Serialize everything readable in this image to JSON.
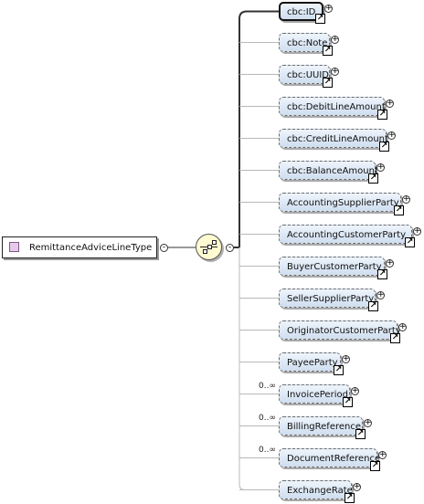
{
  "type_node": {
    "label": "RemittanceAdviceLineType",
    "toggle": "-"
  },
  "sequence": {
    "toggle": "-"
  },
  "elements": [
    {
      "label": "cbc:ID",
      "selected": true,
      "optional": false,
      "cardinality": "",
      "toggle": "+"
    },
    {
      "label": "cbc:Note",
      "selected": false,
      "optional": true,
      "cardinality": "",
      "toggle": "+"
    },
    {
      "label": "cbc:UUID",
      "selected": false,
      "optional": true,
      "cardinality": "",
      "toggle": "+"
    },
    {
      "label": "cbc:DebitLineAmount",
      "selected": false,
      "optional": true,
      "cardinality": "",
      "toggle": "+"
    },
    {
      "label": "cbc:CreditLineAmount",
      "selected": false,
      "optional": true,
      "cardinality": "",
      "toggle": "+"
    },
    {
      "label": "cbc:BalanceAmount",
      "selected": false,
      "optional": true,
      "cardinality": "",
      "toggle": "+"
    },
    {
      "label": "AccountingSupplierParty",
      "selected": false,
      "optional": true,
      "cardinality": "",
      "toggle": "+"
    },
    {
      "label": "AccountingCustomerParty",
      "selected": false,
      "optional": true,
      "cardinality": "",
      "toggle": "+"
    },
    {
      "label": "BuyerCustomerParty",
      "selected": false,
      "optional": true,
      "cardinality": "",
      "toggle": "+"
    },
    {
      "label": "SellerSupplierParty",
      "selected": false,
      "optional": true,
      "cardinality": "",
      "toggle": "+"
    },
    {
      "label": "OriginatorCustomerParty",
      "selected": false,
      "optional": true,
      "cardinality": "",
      "toggle": "+"
    },
    {
      "label": "PayeeParty",
      "selected": false,
      "optional": true,
      "cardinality": "",
      "toggle": "+"
    },
    {
      "label": "InvoicePeriod",
      "selected": false,
      "optional": true,
      "cardinality": "0..∞",
      "toggle": "+"
    },
    {
      "label": "BillingReference",
      "selected": false,
      "optional": true,
      "cardinality": "0..∞",
      "toggle": "+"
    },
    {
      "label": "DocumentReference",
      "selected": false,
      "optional": true,
      "cardinality": "0..∞",
      "toggle": "+"
    },
    {
      "label": "ExchangeRate",
      "selected": false,
      "optional": true,
      "cardinality": "",
      "toggle": "+"
    }
  ],
  "ref_icon": "↗"
}
